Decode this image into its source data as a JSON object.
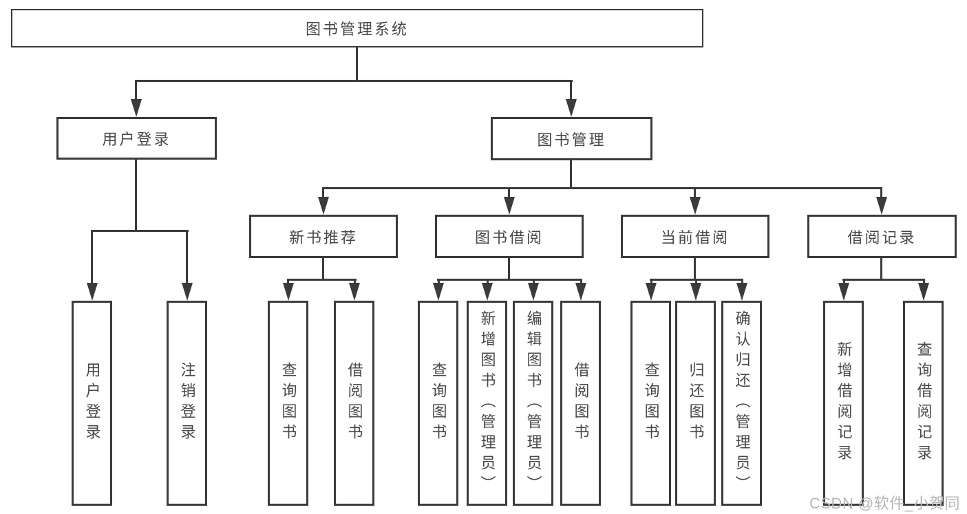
{
  "colors": {
    "background": "#ffffff",
    "line": "#3b3b3b",
    "box_border": "#3b3b3b",
    "text": "#48484c",
    "watermark": "#b2b5ba"
  },
  "root": {
    "label": "图书管理系统"
  },
  "level2": [
    {
      "label": "用户登录"
    },
    {
      "label": "图书管理"
    }
  ],
  "level3": [
    {
      "label": "新书推荐"
    },
    {
      "label": "图书借阅"
    },
    {
      "label": "当前借阅"
    },
    {
      "label": "借阅记录"
    }
  ],
  "leaves": [
    {
      "label": "用户登录"
    },
    {
      "label": "注销登录"
    },
    {
      "label": "查询图书"
    },
    {
      "label": "借阅图书"
    },
    {
      "label": "查询图书"
    },
    {
      "label": "新增图书（管理员）"
    },
    {
      "label": "编辑图书（管理员）"
    },
    {
      "label": "借阅图书"
    },
    {
      "label": "查询图书"
    },
    {
      "label": "归还图书"
    },
    {
      "label": "确认归还（管理员）"
    },
    {
      "label": "新增借阅记录"
    },
    {
      "label": "查询借阅记录"
    }
  ],
  "watermark": {
    "text": "CSDN @软件_小贺同学"
  }
}
